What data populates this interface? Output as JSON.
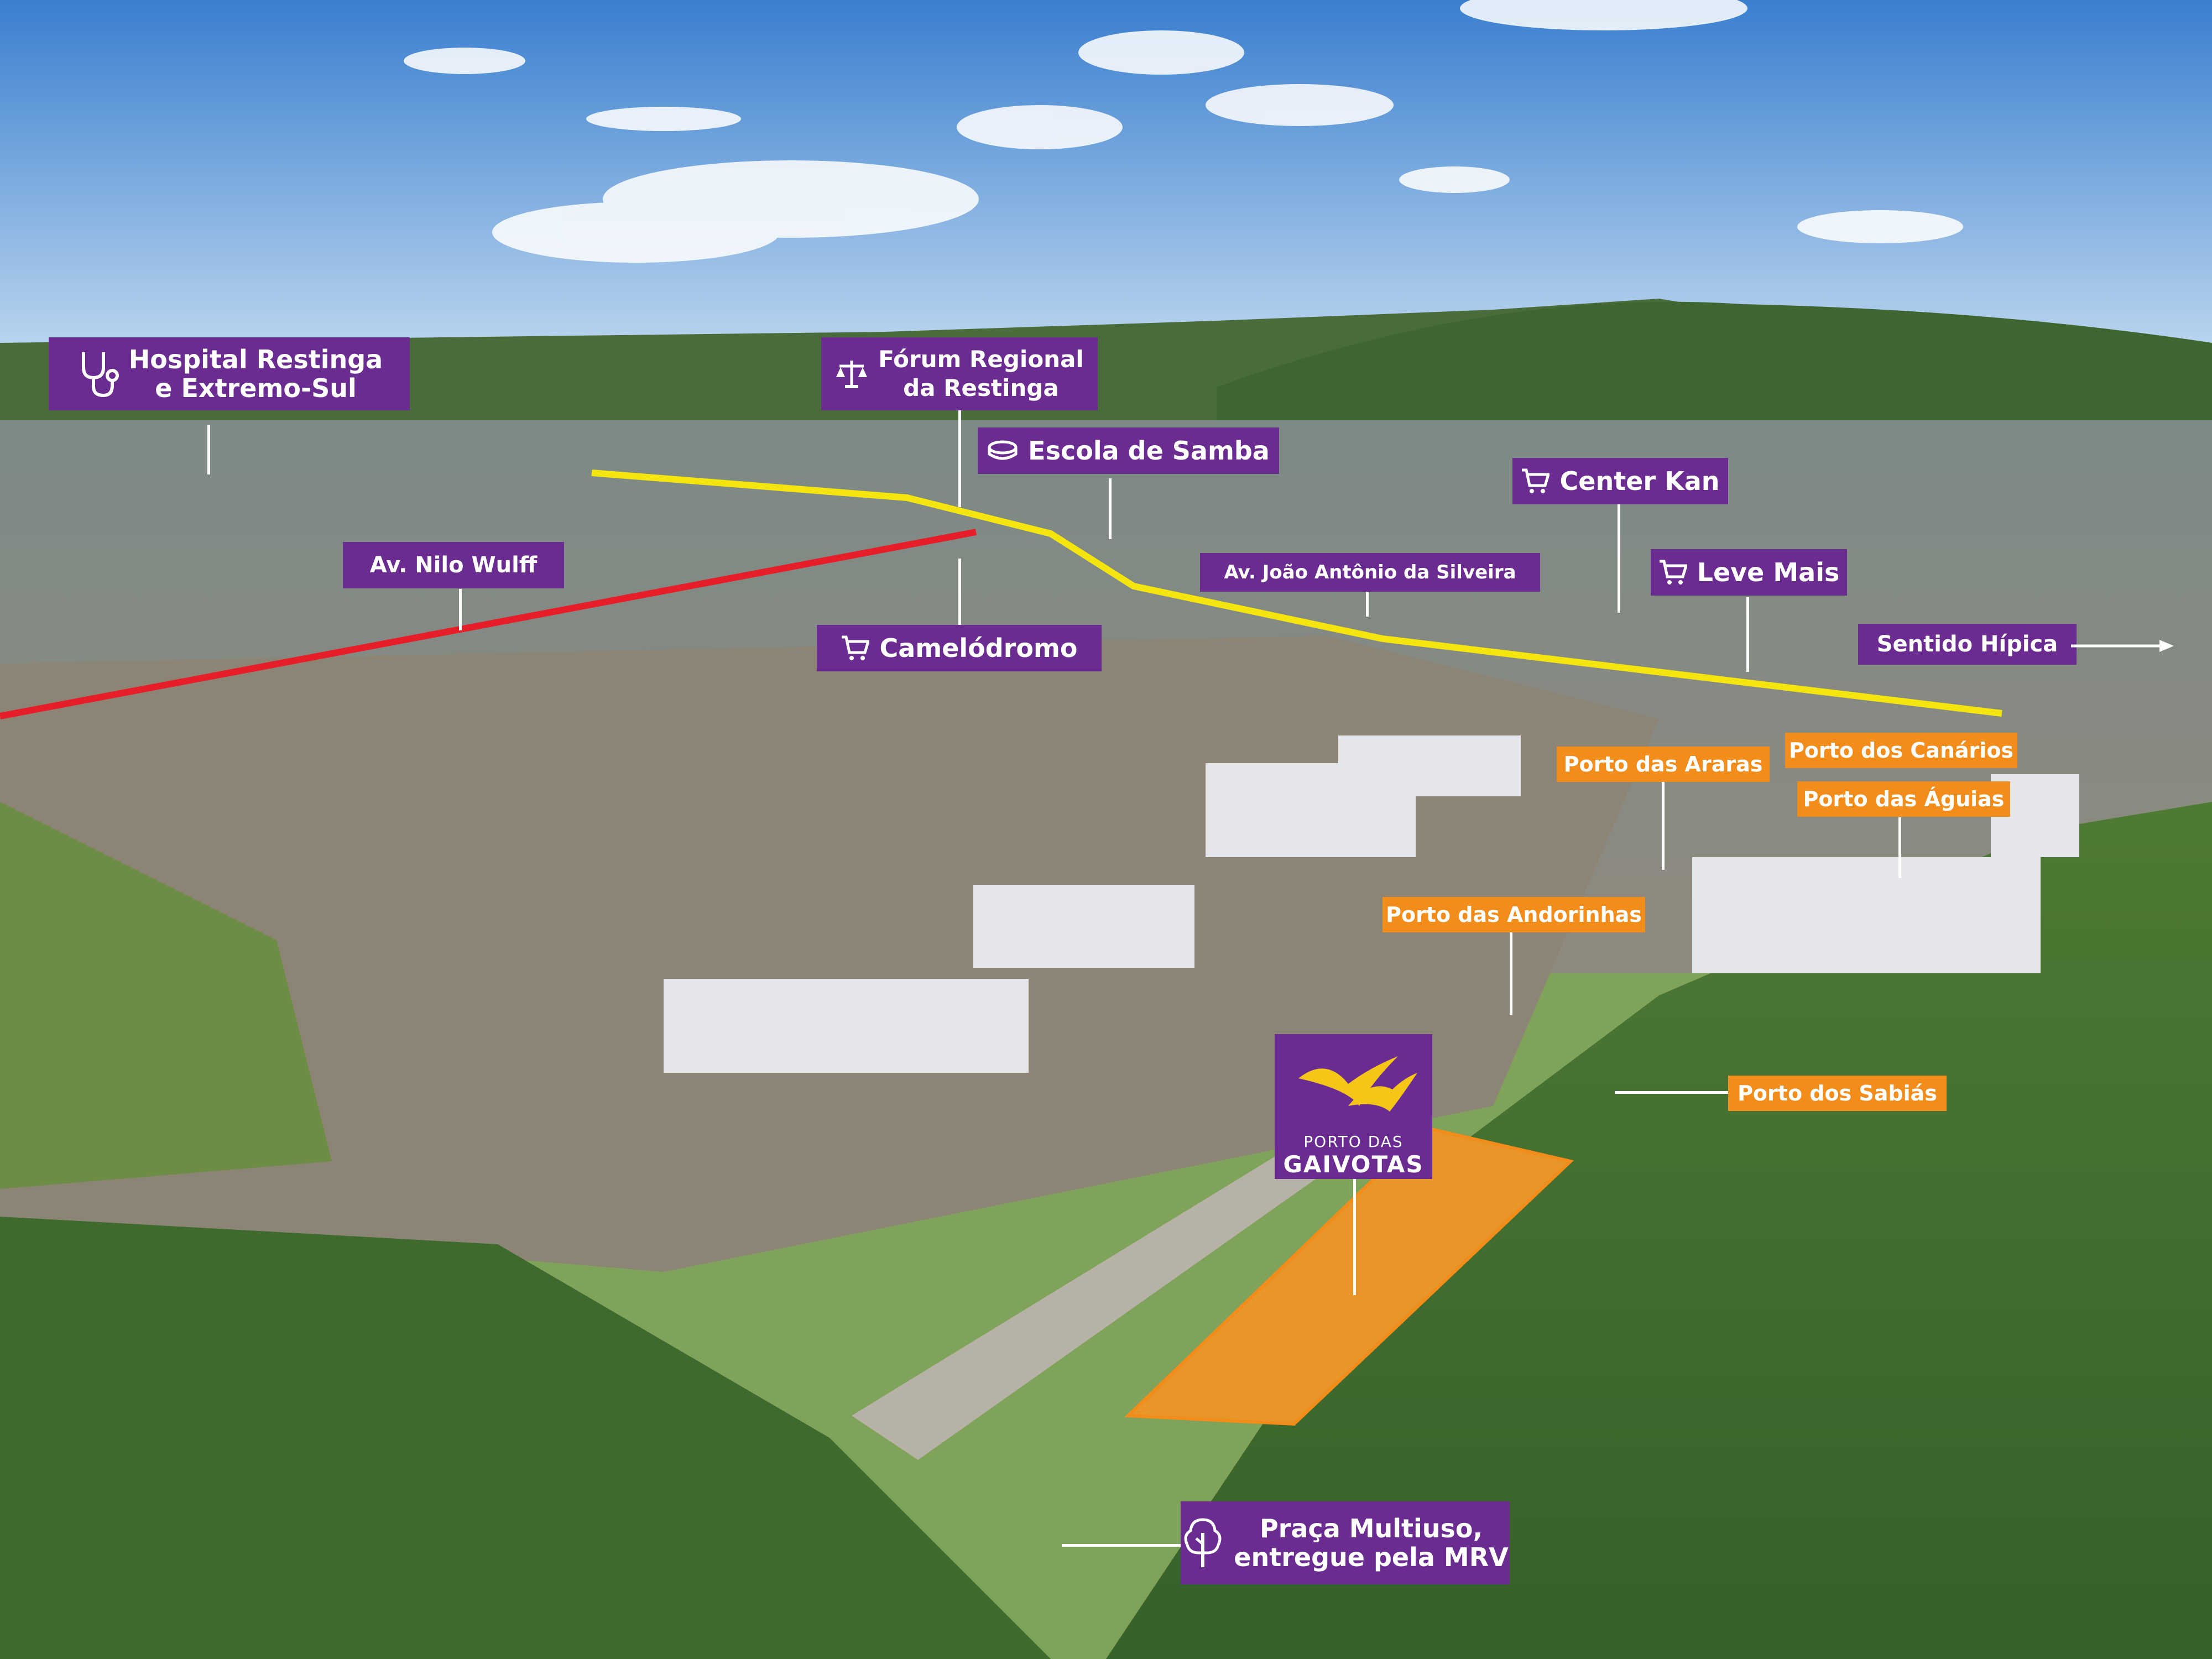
{
  "labels": {
    "hospital": {
      "line1": "Hospital Restinga",
      "line2": "e Extremo-Sul",
      "icon": "stethoscope-icon"
    },
    "forum": {
      "line1": "Fórum Regional",
      "line2": "da Restinga",
      "icon": "scales-icon"
    },
    "escola_samba": {
      "text": "Escola de Samba",
      "icon": "tambourine-icon"
    },
    "center_kan": {
      "text": "Center Kan",
      "icon": "cart-icon"
    },
    "leve_mais": {
      "text": "Leve Mais",
      "icon": "cart-icon"
    },
    "camelodromo": {
      "text": "Camelódromo",
      "icon": "cart-icon"
    },
    "av_nilo": {
      "text": "Av. Nilo Wulff"
    },
    "av_joao": {
      "text": "Av. João Antônio da Silveira"
    },
    "sentido_hipica": {
      "text": "Sentido Hípica",
      "icon": "arrow-right-icon"
    },
    "praca": {
      "line1": "Praça Multiuso,",
      "line2": "entregue pela MRV",
      "icon": "tree-icon"
    }
  },
  "orange_labels": {
    "araras": "Porto das Araras",
    "canarios": "Porto dos Canários",
    "aguias": "Porto das Águias",
    "andorinhas": "Porto das Andorinhas",
    "sabias": "Porto dos Sabiás"
  },
  "logo": {
    "line1": "PORTO DAS",
    "line2": "GAIVOTAS",
    "icon": "seagulls-icon"
  },
  "colors": {
    "label_purple": "#6b2c91",
    "label_orange": "#f28c1a",
    "route_yellow": "#f5e50f",
    "route_red": "#e61e2a",
    "plot_fill": "#e8952a"
  }
}
